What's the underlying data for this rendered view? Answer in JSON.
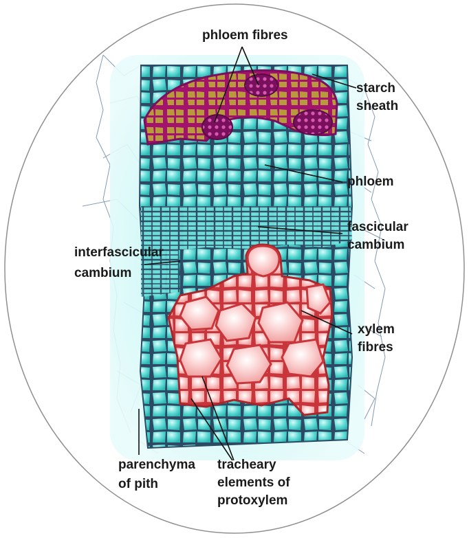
{
  "labels": {
    "phloem_fibres": "phloem fibres",
    "starch_sheath": [
      "starch",
      "sheath"
    ],
    "phloem": "phloem",
    "fascicular_cambium": [
      "fascicular",
      "cambium"
    ],
    "interfascicular_cambium": [
      "interfascicular",
      "cambium"
    ],
    "xylem_fibres": [
      "xylem",
      "fibres"
    ],
    "parenchyma_of_pith": [
      "parenchyma",
      "of pith"
    ],
    "tracheary_elements": [
      "tracheary",
      "elements of",
      "protoxylem"
    ]
  },
  "colors": {
    "tissue_cyan": "#4fd6d2",
    "tissue_light": "#c6f6f3",
    "cell_wall": "#2c4a63",
    "starch_magenta": "#a3136e",
    "starch_gold": "#b89a3c",
    "xylem_red": "#c8353b",
    "xylem_fill": "#f7b3b3",
    "xylem_center": "#fff0f0",
    "glow": "#7fe8e8"
  }
}
